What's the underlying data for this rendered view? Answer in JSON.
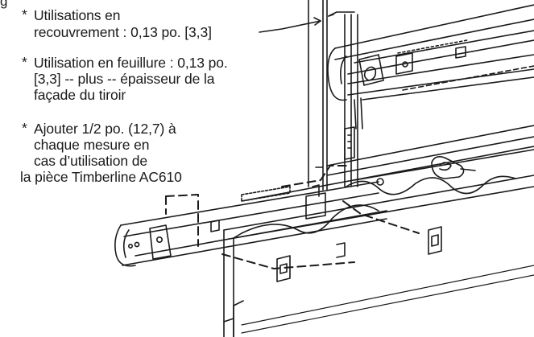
{
  "notes": {
    "top_fragment": "g",
    "n1": {
      "bullet": "*",
      "line1": "Utilisations en",
      "line2": "recouvrement : 0,13 po. [3,3]"
    },
    "n2": {
      "bullet": "*",
      "line1": "Utilisation en feuillure : 0,13 po.",
      "line2": "[3,3] -- plus -- épaisseur de la",
      "line3": "façade du tiroir"
    },
    "n3": {
      "bullet": "*",
      "line1": "Ajouter 1/2 po. (12,7) à",
      "line2": "chaque mesure en",
      "line3": "cas d’utilisation de",
      "line4": "la pièce Timberline AC610"
    }
  },
  "colors": {
    "ink": "#1a1a1a",
    "background": "#ffffff"
  }
}
